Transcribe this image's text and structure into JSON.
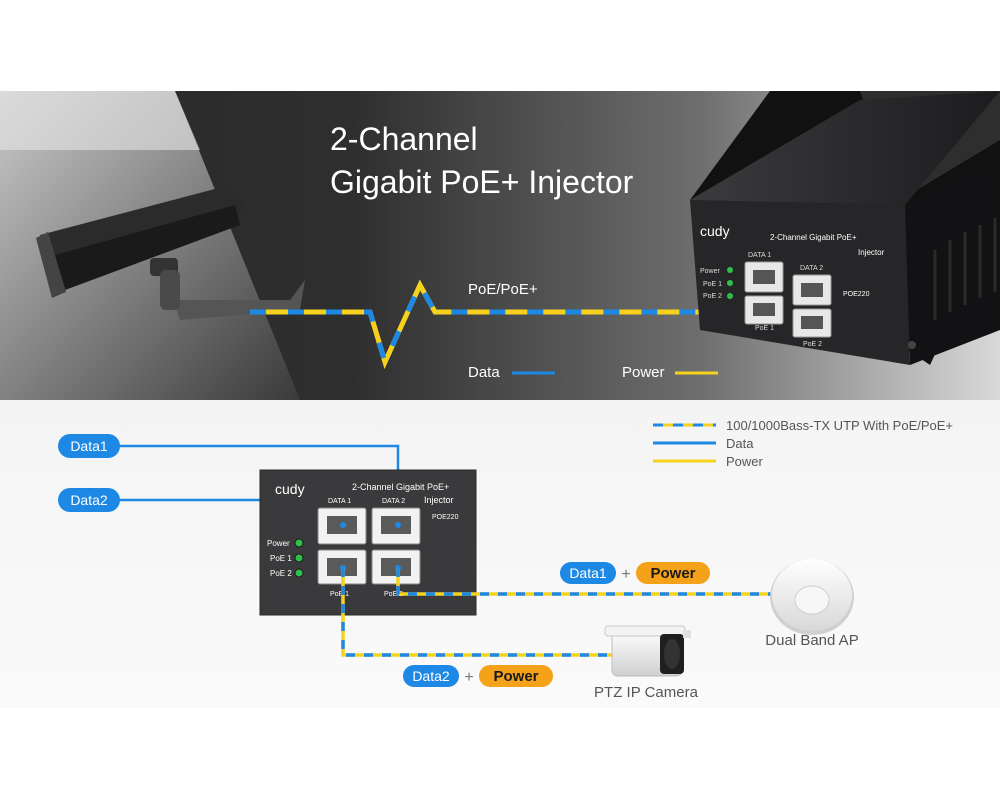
{
  "hero": {
    "title_line1": "2-Channel",
    "title_line2": "Gigabit PoE+ Injector",
    "cable_label": "PoE/PoE+",
    "legend_data": "Data",
    "legend_power": "Power"
  },
  "device": {
    "brand": "cudy",
    "model_line1": "2-Channel Gigabit PoE+",
    "model_line2": "Injector",
    "model_code": "POE220",
    "port_data1": "DATA 1",
    "port_data2": "DATA 2",
    "port_poe1": "PoE 1",
    "port_poe2": "PoE 2",
    "led_power": "Power",
    "led_poe1": "PoE 1",
    "led_poe2": "PoE 2"
  },
  "diagram": {
    "legend": {
      "utp": "100/1000Bass-TX UTP With PoE/PoE+",
      "data": "Data",
      "power": "Power"
    },
    "tag_data1": "Data1",
    "tag_data2": "Data2",
    "combo_ap": {
      "data": "Data1",
      "plus": "+",
      "power": "Power"
    },
    "combo_cam": {
      "data": "Data2",
      "plus": "+",
      "power": "Power"
    },
    "ap_label": "Dual Band AP",
    "camera_label": "PTZ IP Camera"
  },
  "colors": {
    "data_blue": "#1e88e5",
    "power_yellow": "#f7d21c",
    "power_tag": "#f5a21b",
    "led_green": "#2ec14a"
  }
}
